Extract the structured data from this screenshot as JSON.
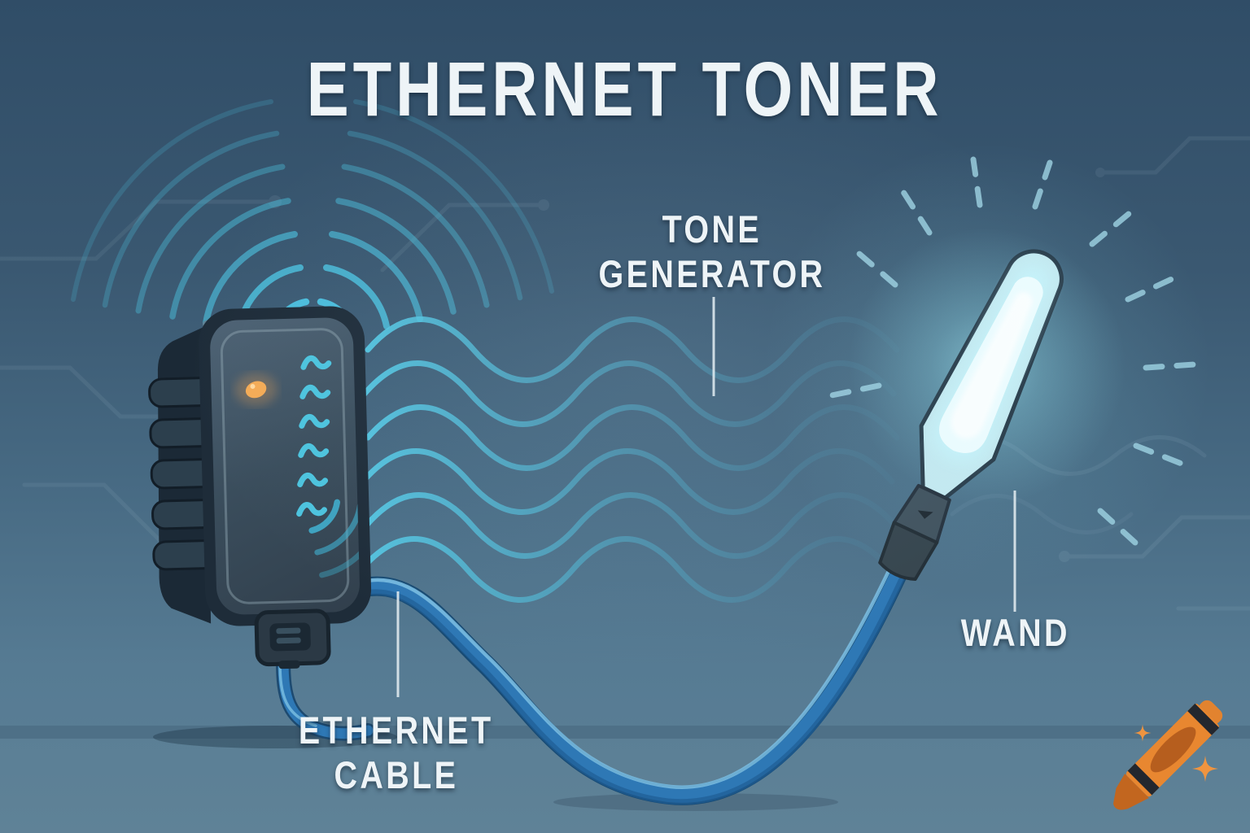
{
  "title": "ETHERNET TONER",
  "labels": {
    "tone_generator_line1": "TONE",
    "tone_generator_line2": "GENERATOR",
    "ethernet_cable_line1": "ETHERNET",
    "ethernet_cable_line2": "CABLE",
    "wand": "WAND"
  },
  "icons": {
    "watermark": "crayon-icon",
    "sparkle": "sparkle-icon"
  },
  "colors": {
    "background_top": "#32506B",
    "background_bottom": "#5E8098",
    "signal_cyan": "#4CC2E0",
    "cable_blue": "#2E78B5",
    "device_body": "#37485A",
    "led_orange": "#F0A352",
    "wand_glow": "#E9FBFD",
    "label_text": "#EEF4F7",
    "crayon_orange": "#E88730"
  }
}
